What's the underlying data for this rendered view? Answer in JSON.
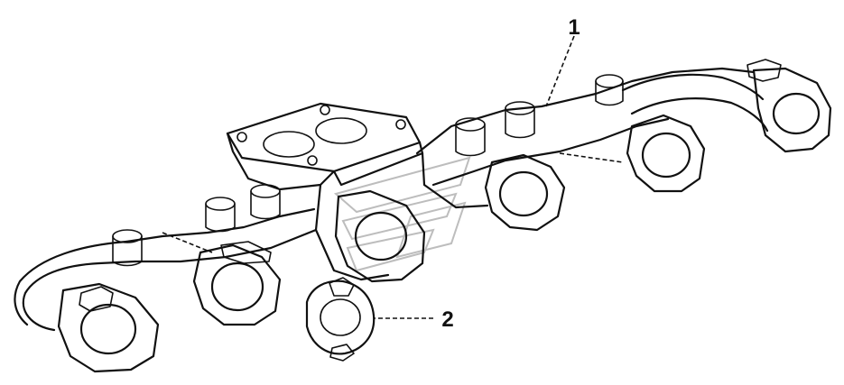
{
  "callouts": [
    {
      "id": "1",
      "label": "1"
    },
    {
      "id": "2",
      "label": "2"
    }
  ],
  "colors": {
    "line": "#111111",
    "background": "#ffffff",
    "watermark": "#bdbdbd"
  },
  "icons": [
    "watermark-logo"
  ]
}
